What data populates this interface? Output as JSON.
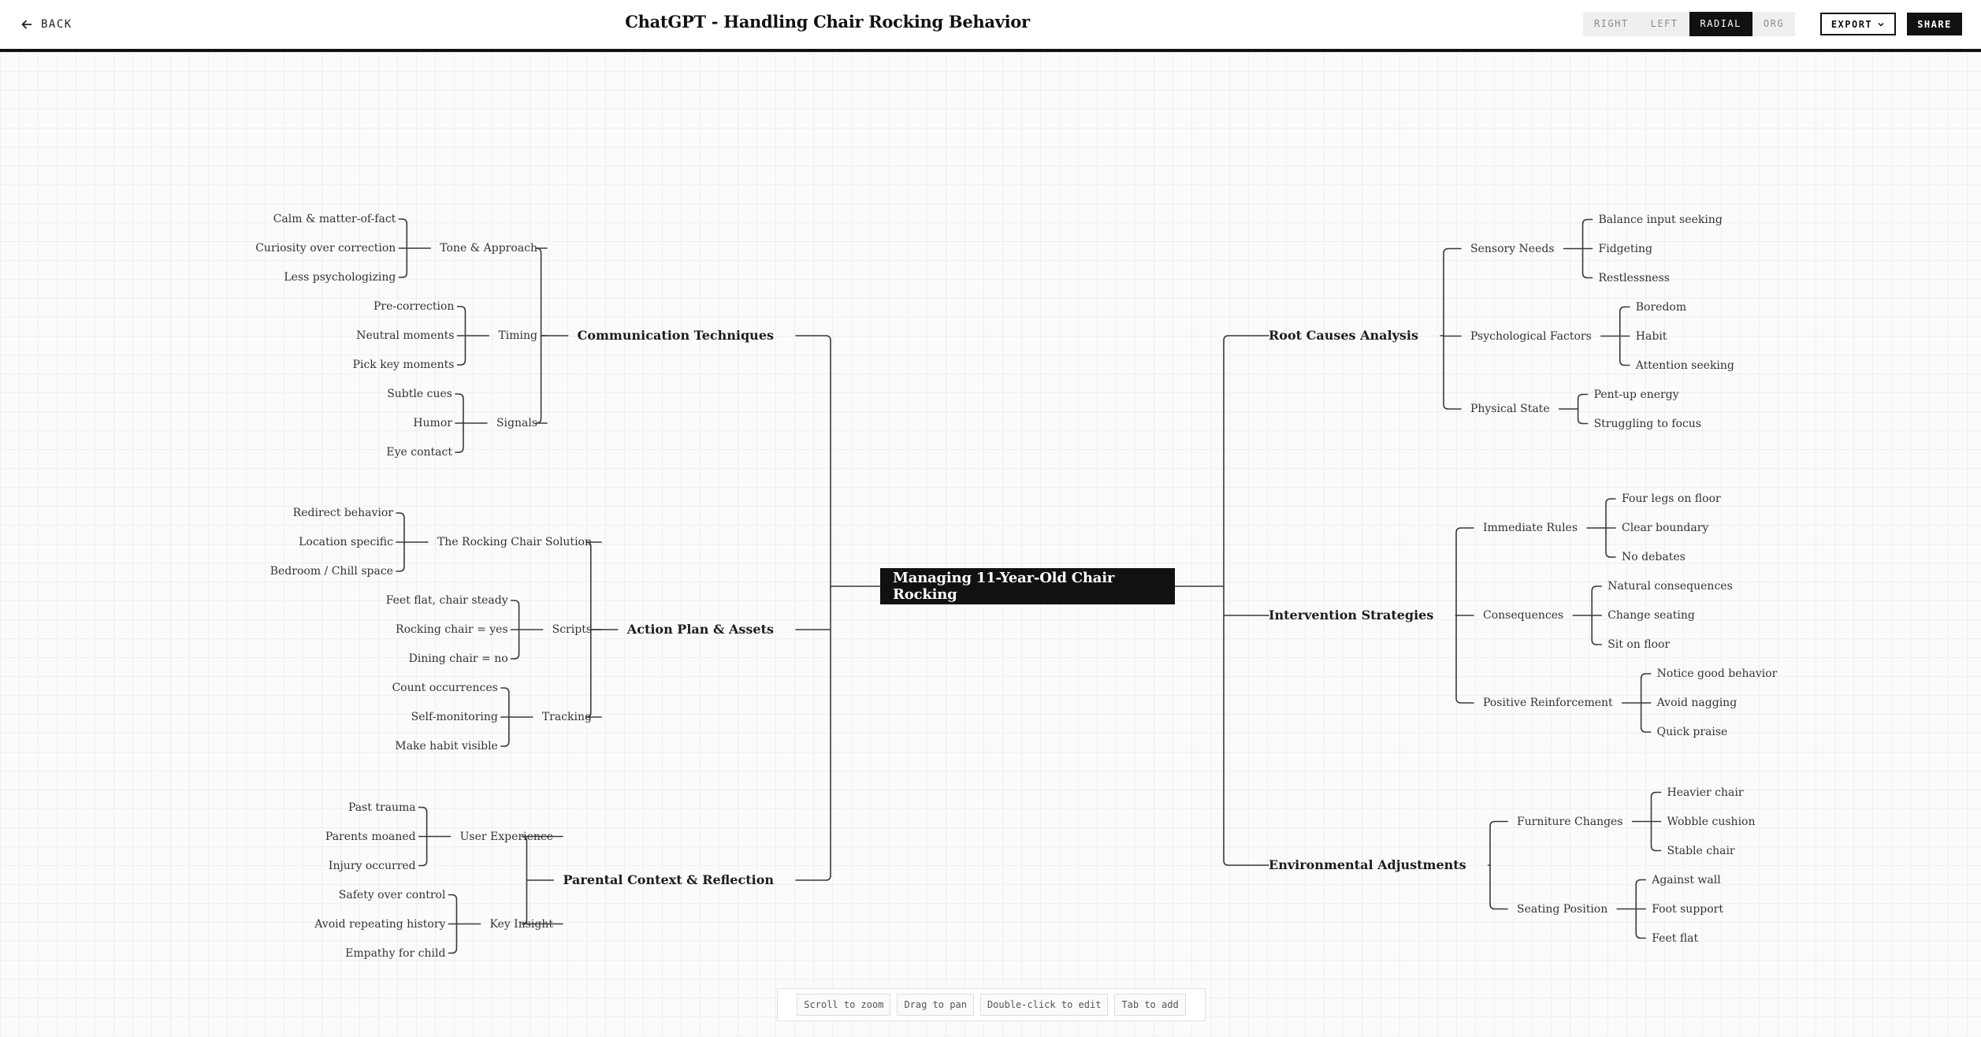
{
  "header": {
    "back_label": "BACK",
    "title": "ChatGPT - Handling Chair Rocking Behavior",
    "layouts": [
      "RIGHT",
      "LEFT",
      "RADIAL",
      "ORG"
    ],
    "active_layout": "RADIAL",
    "export_label": "EXPORT",
    "share_label": "SHARE"
  },
  "mindmap": {
    "root": "Managing 11-Year-Old Chair Rocking",
    "left": [
      {
        "label": "Communication Techniques",
        "children": [
          {
            "label": "Tone & Approach",
            "children": [
              "Calm & matter-of-fact",
              "Curiosity over correction",
              "Less psychologizing"
            ]
          },
          {
            "label": "Timing",
            "children": [
              "Pre-correction",
              "Neutral moments",
              "Pick key moments"
            ]
          },
          {
            "label": "Signals",
            "children": [
              "Subtle cues",
              "Humor",
              "Eye contact"
            ]
          }
        ]
      },
      {
        "label": "Action Plan & Assets",
        "children": [
          {
            "label": "The Rocking Chair Solution",
            "children": [
              "Redirect behavior",
              "Location specific",
              "Bedroom / Chill space"
            ]
          },
          {
            "label": "Scripts",
            "children": [
              "Feet flat, chair steady",
              "Rocking chair = yes",
              "Dining chair = no"
            ]
          },
          {
            "label": "Tracking",
            "children": [
              "Count occurrences",
              "Self-monitoring",
              "Make habit visible"
            ]
          }
        ]
      },
      {
        "label": "Parental Context & Reflection",
        "children": [
          {
            "label": "User Experience",
            "children": [
              "Past trauma",
              "Parents moaned",
              "Injury occurred"
            ]
          },
          {
            "label": "Key Insight",
            "children": [
              "Safety over control",
              "Avoid repeating history",
              "Empathy for child"
            ]
          }
        ]
      }
    ],
    "right": [
      {
        "label": "Root Causes Analysis",
        "children": [
          {
            "label": "Sensory Needs",
            "children": [
              "Balance input seeking",
              "Fidgeting",
              "Restlessness"
            ]
          },
          {
            "label": "Psychological Factors",
            "children": [
              "Boredom",
              "Habit",
              "Attention seeking"
            ]
          },
          {
            "label": "Physical State",
            "children": [
              "Pent-up energy",
              "Struggling to focus"
            ]
          }
        ]
      },
      {
        "label": "Intervention Strategies",
        "children": [
          {
            "label": "Immediate Rules",
            "children": [
              "Four legs on floor",
              "Clear boundary",
              "No debates"
            ]
          },
          {
            "label": "Consequences",
            "children": [
              "Natural consequences",
              "Change seating",
              "Sit on floor"
            ]
          },
          {
            "label": "Positive Reinforcement",
            "children": [
              "Notice good behavior",
              "Avoid nagging",
              "Quick praise"
            ]
          }
        ]
      },
      {
        "label": "Environmental Adjustments",
        "children": [
          {
            "label": "Furniture Changes",
            "children": [
              "Heavier chair",
              "Wobble cushion",
              "Stable chair"
            ]
          },
          {
            "label": "Seating Position",
            "children": [
              "Against wall",
              "Foot support",
              "Feet flat"
            ]
          }
        ]
      }
    ]
  },
  "hints": [
    "Scroll to zoom",
    "Drag to pan",
    "Double-click to edit",
    "Tab to add"
  ]
}
